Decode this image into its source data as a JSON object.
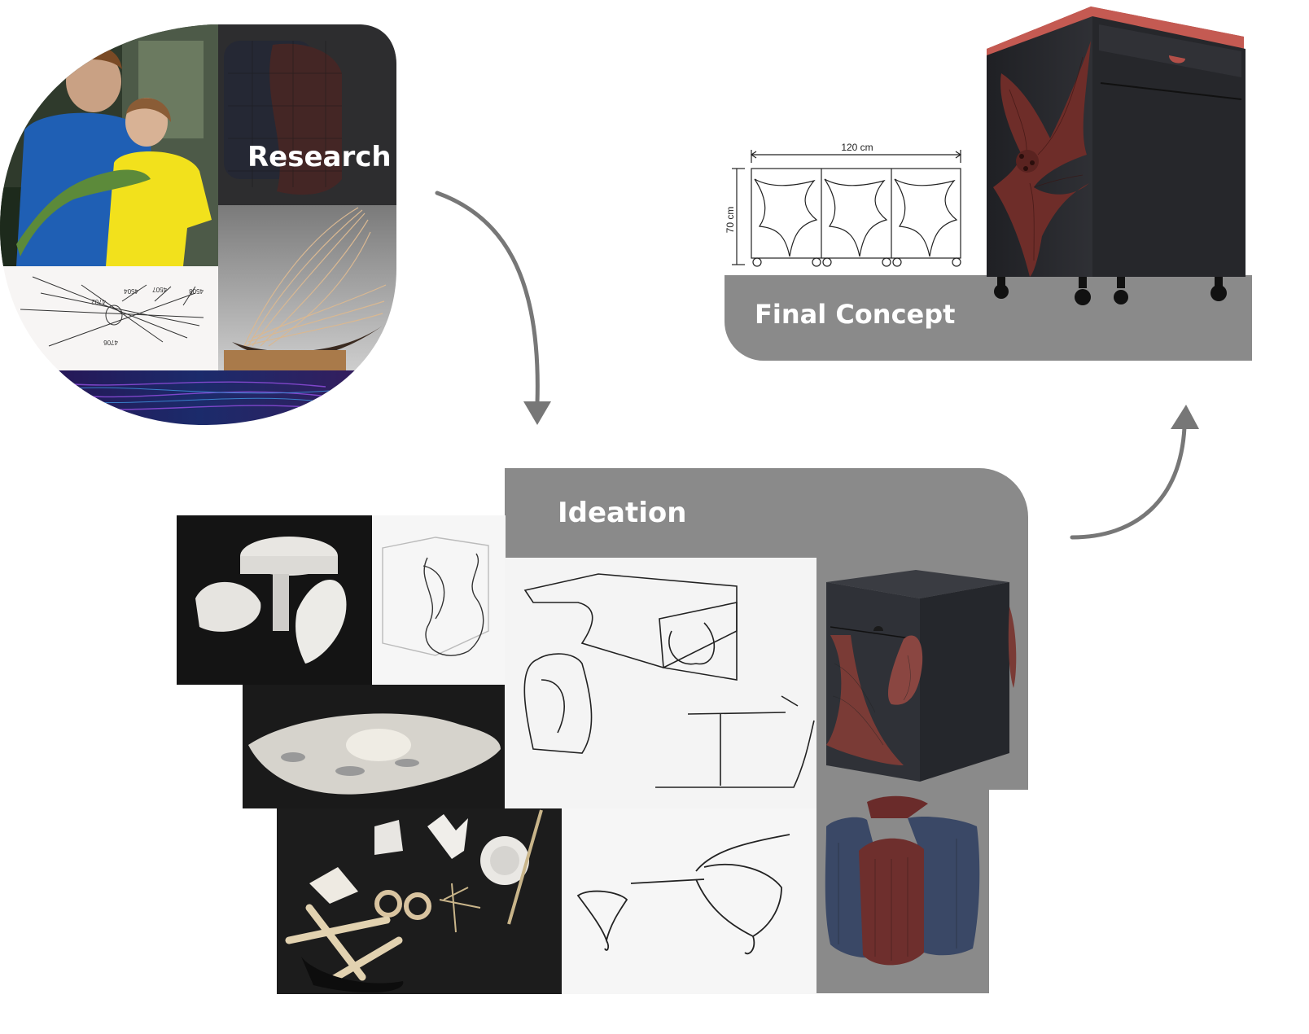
{
  "stages": {
    "research": {
      "label": "Research"
    },
    "ideation": {
      "label": "Ideation"
    },
    "final": {
      "label": "Final Concept"
    }
  },
  "drawing": {
    "width_label": "120 cm",
    "height_label": "70 cm"
  },
  "patent_numbers": [
    "4702",
    "4504",
    "4507",
    "4508",
    "4706"
  ],
  "colors": {
    "panel_gray": "#8a8a8a",
    "arrow_gray": "#777777",
    "accent_red": "#7a3b36",
    "cabinet_dark": "#2b2c30"
  },
  "icons": [
    "curved-arrow-icon"
  ]
}
